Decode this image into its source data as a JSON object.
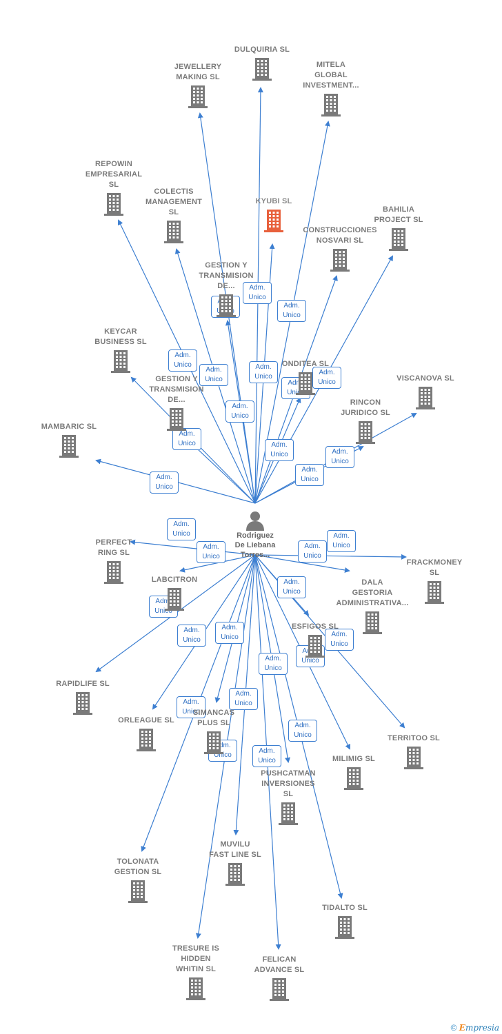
{
  "person": {
    "label": "Rodriguez\nDe Liebana\nTorres..."
  },
  "role_label": "Adm.\nUnico",
  "colors": {
    "edge": "#3d7fd1",
    "building": "#7a7a7a",
    "highlight": "#e8603c"
  },
  "footer": {
    "copyright": "©",
    "brand_e": "E",
    "brand_rest": "mpresia"
  },
  "companies": [
    {
      "label": "DULQUIRIA SL",
      "highlight": false
    },
    {
      "label": "JEWELLERY\nMAKING SL",
      "highlight": false
    },
    {
      "label": "MITELA\nGLOBAL\nINVESTMENT...",
      "highlight": false
    },
    {
      "label": "REPOWIN\nEMPRESARIAL\nSL",
      "highlight": false
    },
    {
      "label": "COLECTIS\nMANAGEMENT\nSL",
      "highlight": false
    },
    {
      "label": "KYUBI SL",
      "highlight": true
    },
    {
      "label": "BAHILIA\nPROJECT SL",
      "highlight": false
    },
    {
      "label": "CONSTRUCCIONES\nNOSVARI SL",
      "highlight": false
    },
    {
      "label": "GESTION Y\nTRANSMISION\nDE...",
      "highlight": false
    },
    {
      "label": "KEYCAR\nBUSINESS SL",
      "highlight": false
    },
    {
      "label": "ONDITEA SL",
      "highlight": false
    },
    {
      "label": "VISCANOVA SL",
      "highlight": false
    },
    {
      "label": "GESTION Y\nTRANSMISION\nDE...",
      "highlight": false
    },
    {
      "label": "RINCON\nJURIDICO SL",
      "highlight": false
    },
    {
      "label": "MAMBARIC SL",
      "highlight": false
    },
    {
      "label": "PERFECT\nRING SL",
      "highlight": false
    },
    {
      "label": "FRACKMONEY\nSL",
      "highlight": false
    },
    {
      "label": "DALA\nGESTORIA\nADMINISTRATIVA...",
      "highlight": false
    },
    {
      "label": "LABCITRON",
      "highlight": false
    },
    {
      "label": "ESFIGOS SL",
      "highlight": false
    },
    {
      "label": "RAPIDLIFE SL",
      "highlight": false
    },
    {
      "label": "ORLEAGUE SL",
      "highlight": false
    },
    {
      "label": "SIMANCAS\nPLUS SL",
      "highlight": false
    },
    {
      "label": "TERRITOO SL",
      "highlight": false
    },
    {
      "label": "MILIMIG SL",
      "highlight": false
    },
    {
      "label": "PUSHCATMAN\nINVERSIONES\nSL",
      "highlight": false
    },
    {
      "label": "MUVILU\nFAST LINE SL",
      "highlight": false
    },
    {
      "label": "TOLONATA\nGESTION SL",
      "highlight": false
    },
    {
      "label": "TIDALTO SL",
      "highlight": false
    },
    {
      "label": "TRESURE IS\nHIDDEN\nWHITIN SL",
      "highlight": false
    },
    {
      "label": "FELICAN\nADVANCE SL",
      "highlight": false
    }
  ]
}
